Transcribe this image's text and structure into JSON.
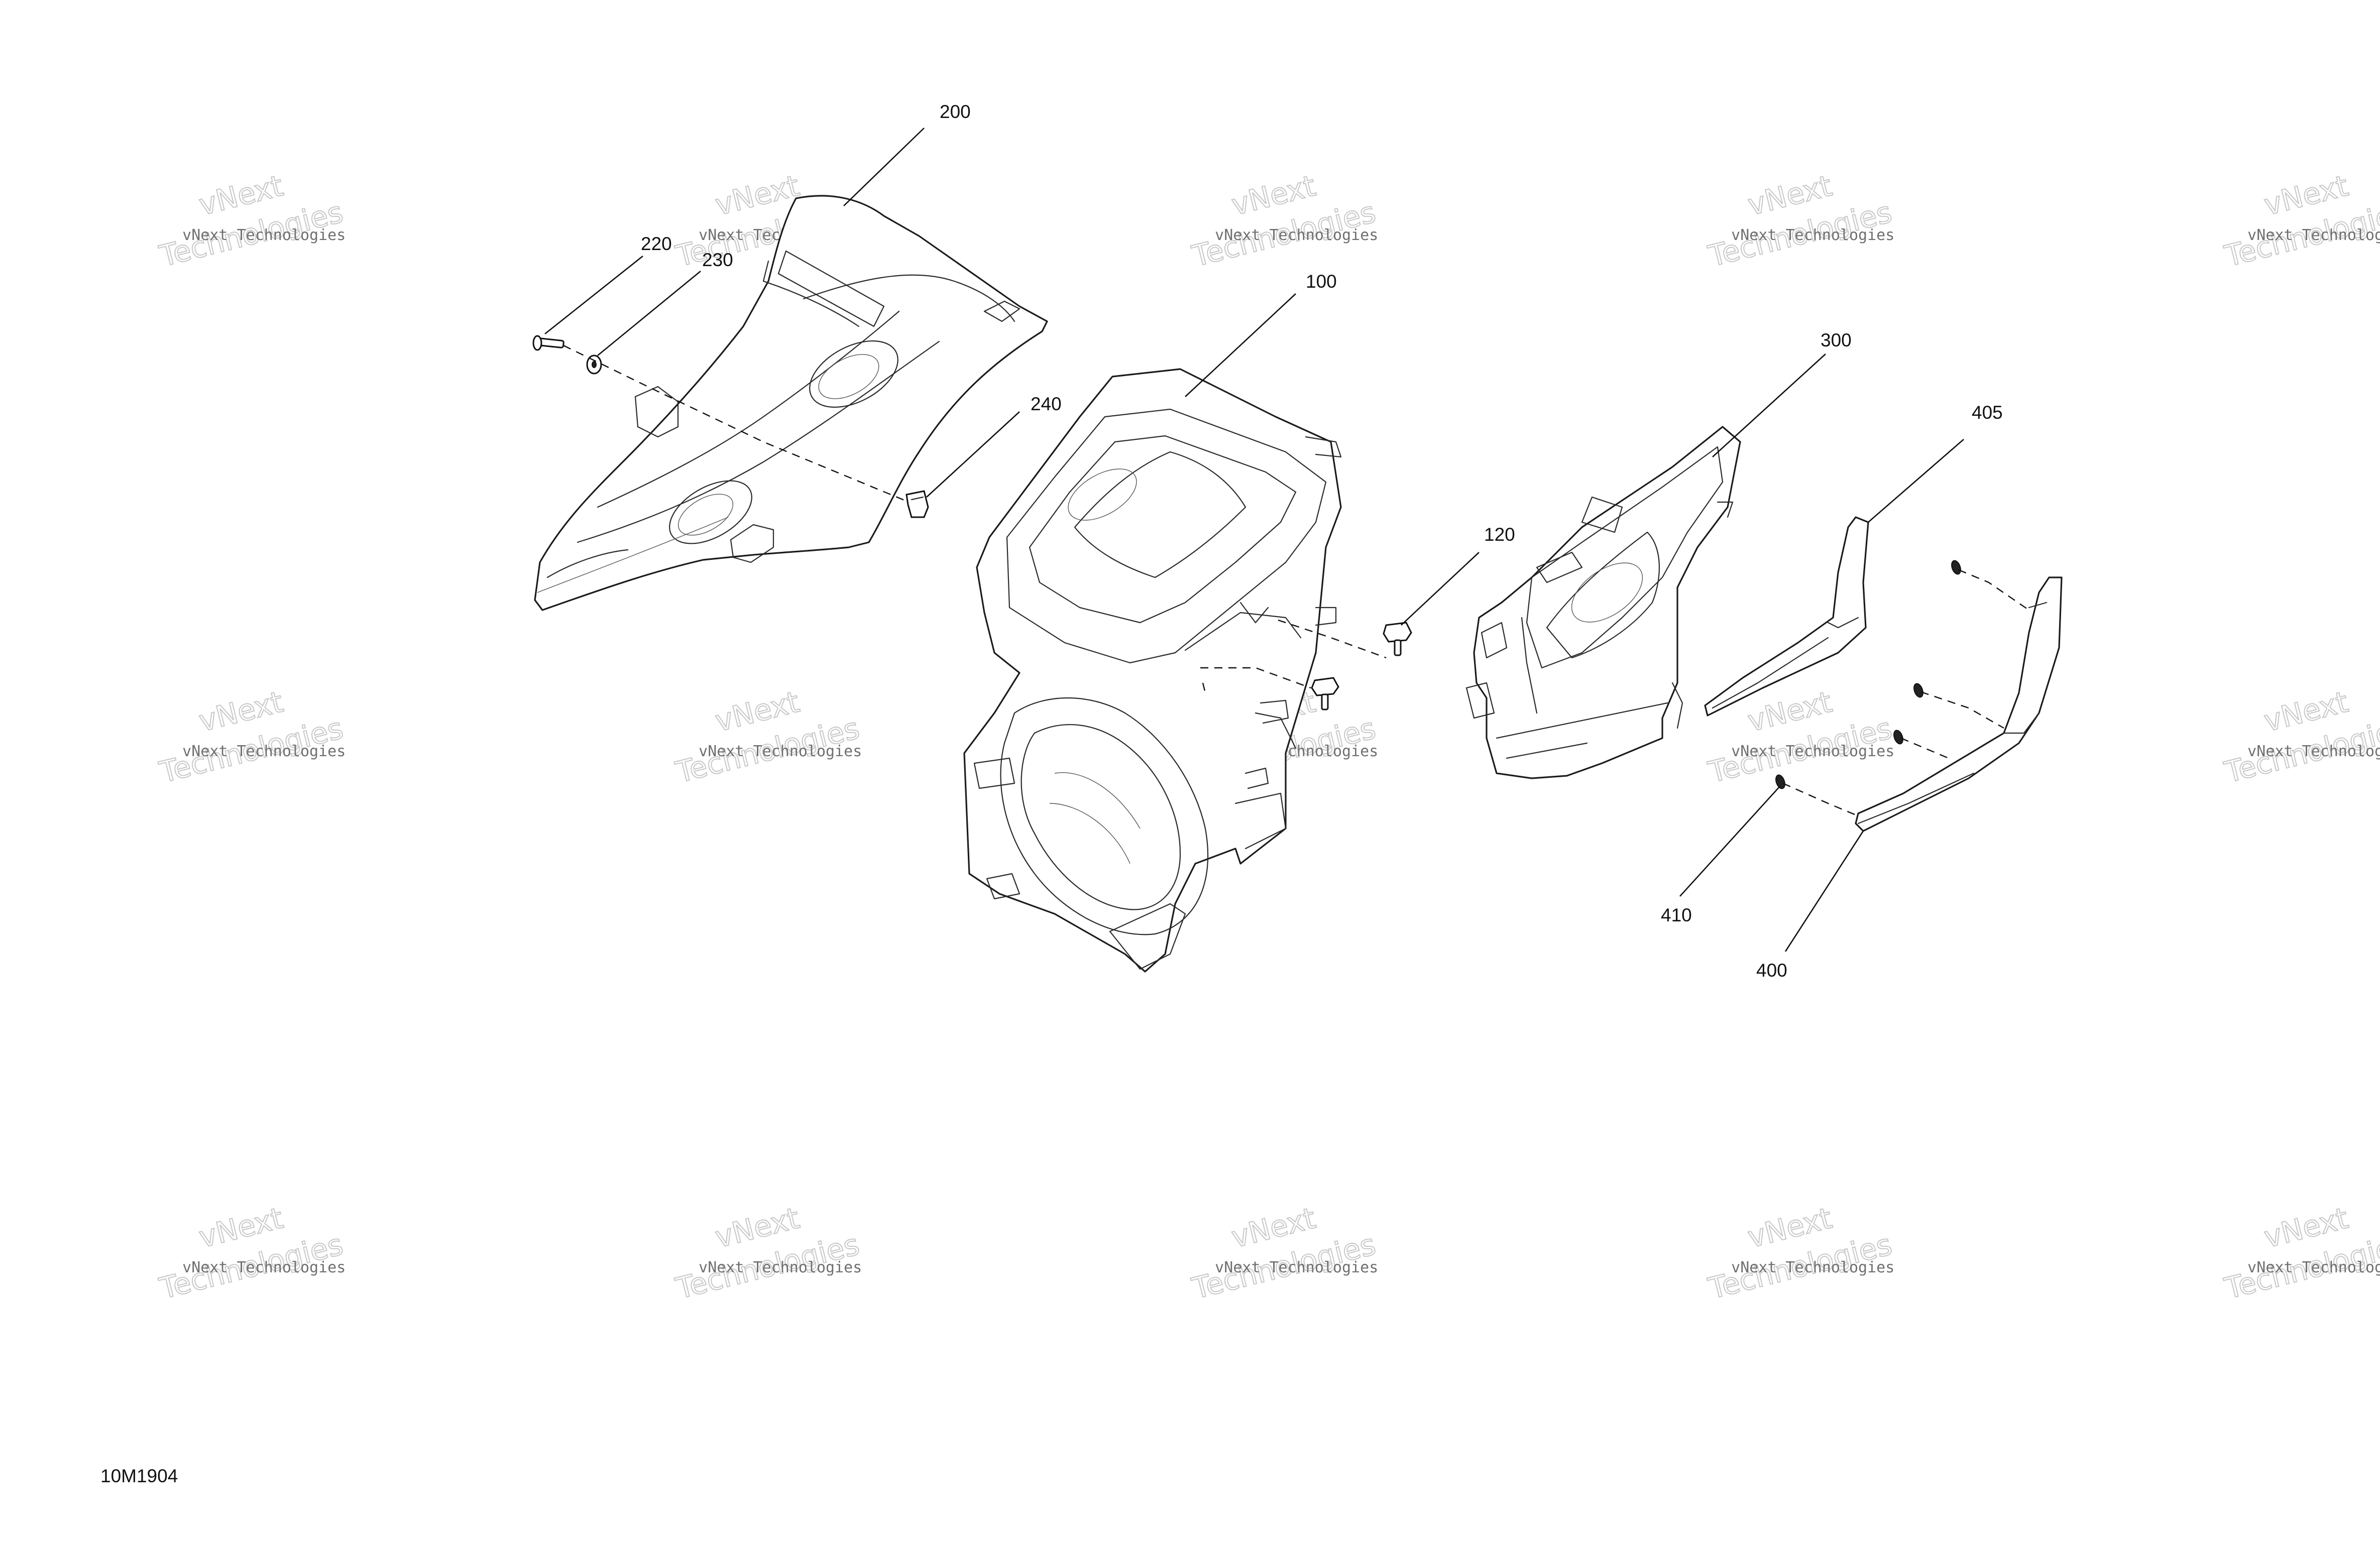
{
  "diagram": {
    "figure_id": "10M1904",
    "watermark": {
      "line1": "vNext Technologies",
      "line2": "Technologies",
      "line3": "vNext"
    },
    "callouts": [
      {
        "id": "c200",
        "label": "200"
      },
      {
        "id": "c220",
        "label": "220"
      },
      {
        "id": "c230",
        "label": "230"
      },
      {
        "id": "c240",
        "label": "240"
      },
      {
        "id": "c100",
        "label": "100"
      },
      {
        "id": "c120",
        "label": "120"
      },
      {
        "id": "c300",
        "label": "300"
      },
      {
        "id": "c405",
        "label": "405"
      },
      {
        "id": "c410",
        "label": "410"
      },
      {
        "id": "c400",
        "label": "400"
      }
    ]
  }
}
